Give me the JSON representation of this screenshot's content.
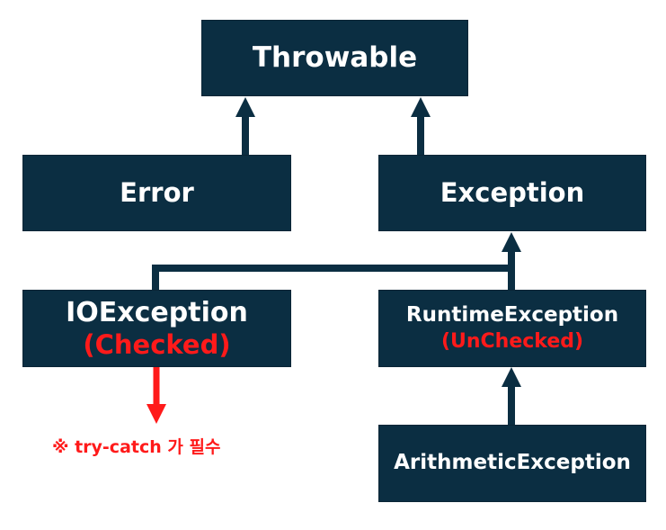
{
  "colors": {
    "box_fill": "#0b2e42",
    "box_text": "#ffffff",
    "highlight": "#ff1a1a",
    "connector": "#0b2e42"
  },
  "nodes": {
    "throwable": {
      "name": "Throwable"
    },
    "error": {
      "name": "Error"
    },
    "exception": {
      "name": "Exception"
    },
    "ioexception": {
      "name": "IOException",
      "tag": "(Checked)"
    },
    "runtime_exception": {
      "name": "RuntimeException",
      "tag": "(UnChecked)"
    },
    "arithmetic_exception": {
      "name": "ArithmeticException"
    }
  },
  "note": "※ try-catch 가 필수"
}
